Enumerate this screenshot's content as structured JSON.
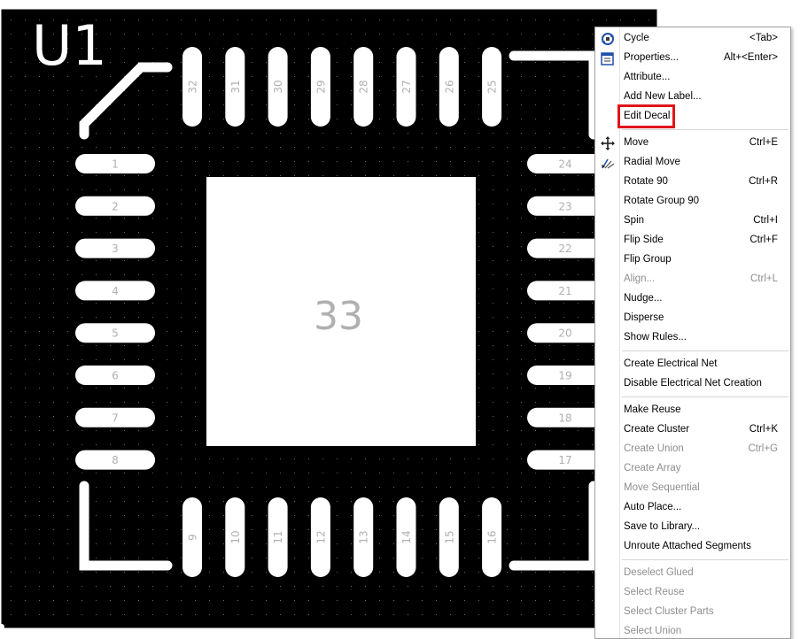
{
  "board": {
    "ref_designator": "U1",
    "center_pad_label": "33",
    "pads_left": [
      "1",
      "2",
      "3",
      "4",
      "5",
      "6",
      "7",
      "8"
    ],
    "pads_bottom": [
      "9",
      "10",
      "11",
      "12",
      "13",
      "14",
      "15",
      "16"
    ],
    "pads_right": [
      "17",
      "18",
      "19",
      "20",
      "21",
      "22",
      "23",
      "24"
    ],
    "pads_top": [
      "25",
      "26",
      "27",
      "28",
      "29",
      "30",
      "31",
      "32"
    ],
    "background_color": "#000000",
    "copper_color": "#ffffff",
    "pad_label_color": "#b0b0b0"
  },
  "context_menu": {
    "items": [
      {
        "label": "Cycle",
        "shortcut": "<Tab>",
        "enabled": true,
        "icon": "cycle-icon"
      },
      {
        "label": "Properties...",
        "shortcut": "Alt+<Enter>",
        "enabled": true,
        "icon": "properties-icon"
      },
      {
        "label": "Attribute...",
        "shortcut": "",
        "enabled": true
      },
      {
        "label": "Add New Label...",
        "shortcut": "",
        "enabled": true
      },
      {
        "label": "Edit Decal",
        "shortcut": "",
        "enabled": true,
        "highlighted": true
      },
      {
        "separator": true
      },
      {
        "label": "Move",
        "shortcut": "Ctrl+E",
        "enabled": true,
        "icon": "move-icon"
      },
      {
        "label": "Radial Move",
        "shortcut": "",
        "enabled": true,
        "icon": "radial-move-icon"
      },
      {
        "label": "Rotate 90",
        "shortcut": "Ctrl+R",
        "enabled": true
      },
      {
        "label": "Rotate Group 90",
        "shortcut": "",
        "enabled": true
      },
      {
        "label": "Spin",
        "shortcut": "Ctrl+I",
        "enabled": true
      },
      {
        "label": "Flip Side",
        "shortcut": "Ctrl+F",
        "enabled": true
      },
      {
        "label": "Flip Group",
        "shortcut": "",
        "enabled": true
      },
      {
        "label": "Align...",
        "shortcut": "Ctrl+L",
        "enabled": false
      },
      {
        "label": "Nudge...",
        "shortcut": "",
        "enabled": true
      },
      {
        "label": "Disperse",
        "shortcut": "",
        "enabled": true
      },
      {
        "label": "Show Rules...",
        "shortcut": "",
        "enabled": true
      },
      {
        "separator": true
      },
      {
        "label": "Create Electrical Net",
        "shortcut": "",
        "enabled": true
      },
      {
        "label": "Disable Electrical Net Creation",
        "shortcut": "",
        "enabled": true
      },
      {
        "separator": true
      },
      {
        "label": "Make Reuse",
        "shortcut": "",
        "enabled": true
      },
      {
        "label": "Create Cluster",
        "shortcut": "Ctrl+K",
        "enabled": true
      },
      {
        "label": "Create Union",
        "shortcut": "Ctrl+G",
        "enabled": false
      },
      {
        "label": "Create Array",
        "shortcut": "",
        "enabled": false
      },
      {
        "label": "Move Sequential",
        "shortcut": "",
        "enabled": false
      },
      {
        "label": "Auto Place...",
        "shortcut": "",
        "enabled": true
      },
      {
        "label": "Save to Library...",
        "shortcut": "",
        "enabled": true
      },
      {
        "label": "Unroute Attached Segments",
        "shortcut": "",
        "enabled": true
      },
      {
        "separator": true
      },
      {
        "label": "Deselect Glued",
        "shortcut": "",
        "enabled": false
      },
      {
        "label": "Select Reuse",
        "shortcut": "",
        "enabled": false
      },
      {
        "label": "Select Cluster Parts",
        "shortcut": "",
        "enabled": false
      },
      {
        "label": "Select Union",
        "shortcut": "",
        "enabled": false
      }
    ],
    "highlight_color": "#e0141b"
  }
}
